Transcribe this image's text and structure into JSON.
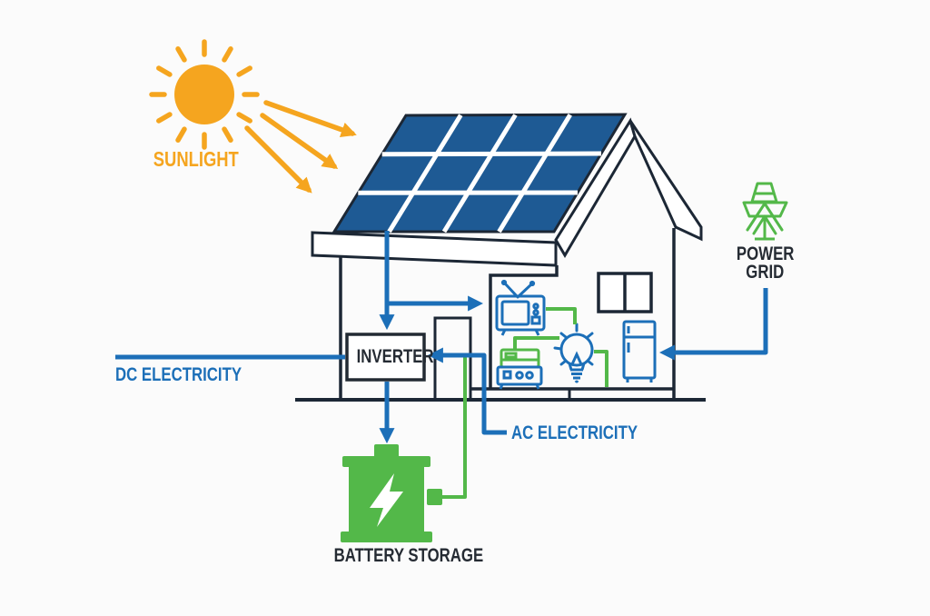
{
  "labels": {
    "sunlight": "SUNLIGHT",
    "inverter": "INVERTER",
    "dc_electricity": "DC ELECTRICITY",
    "ac_electricity": "AC ELECTRICITY",
    "battery_storage": "BATTERY STORAGE",
    "power_grid": {
      "line1": "POWER",
      "line2": "GRID"
    }
  },
  "colors": {
    "sun_orange": "#F5A51F",
    "panel_blue": "#1E5A94",
    "circuit_blue": "#1C6FB8",
    "energy_green": "#53B849",
    "outline_navy": "#1C2735",
    "label_dark": "#252B33",
    "background": "#FBFBFB"
  },
  "icons": [
    "sun-icon",
    "sunlight-ray-icon",
    "sunlight-arrow-icon",
    "solar-panel-icon",
    "house-icon",
    "roof-icon",
    "window-icon",
    "door-icon",
    "tv-icon",
    "stove-icon",
    "light-bulb-icon",
    "refrigerator-icon",
    "inverter-box",
    "battery-icon",
    "lightning-bolt-icon",
    "power-pylon-icon"
  ],
  "connections": [
    {
      "from": "sun",
      "to": "solar-panel",
      "label": "SUNLIGHT",
      "color": "#F5A51F"
    },
    {
      "from": "solar-panel",
      "to": "inverter",
      "label": "DC ELECTRICITY",
      "color": "#1C6FB8"
    },
    {
      "from": "inverter",
      "to": "battery-storage",
      "label": "",
      "color": "#1C6FB8"
    },
    {
      "from": "inverter",
      "to": "home-appliances",
      "label": "AC ELECTRICITY",
      "color": "#1C6FB8"
    },
    {
      "from": "battery-storage",
      "to": "ac-line",
      "label": "",
      "color": "#53B849"
    },
    {
      "from": "power-grid",
      "to": "refrigerator",
      "label": "",
      "color": "#1C6FB8"
    }
  ]
}
